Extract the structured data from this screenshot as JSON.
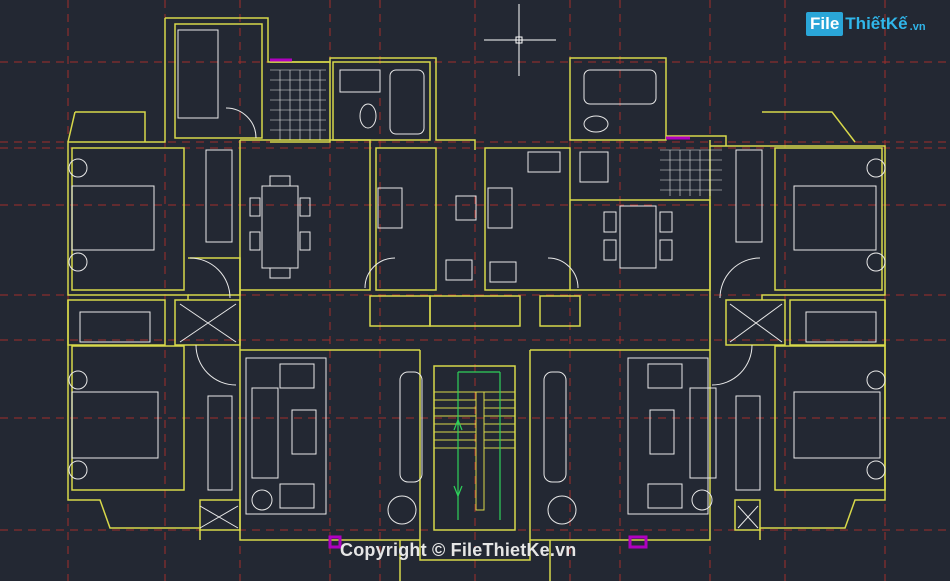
{
  "watermark": {
    "logo_box": "File",
    "logo_text": "ThiếtKế",
    "logo_tld": ".vn",
    "copyright": "Copyright © FileThietKe.vn"
  },
  "colors": {
    "background": "#232833",
    "wall": "#d8d84a",
    "furniture": "#e8e8e8",
    "grid": "#c0302a",
    "accent": "#b000c0",
    "stair": "#2ed05a",
    "brand": "#2aa6d8"
  }
}
